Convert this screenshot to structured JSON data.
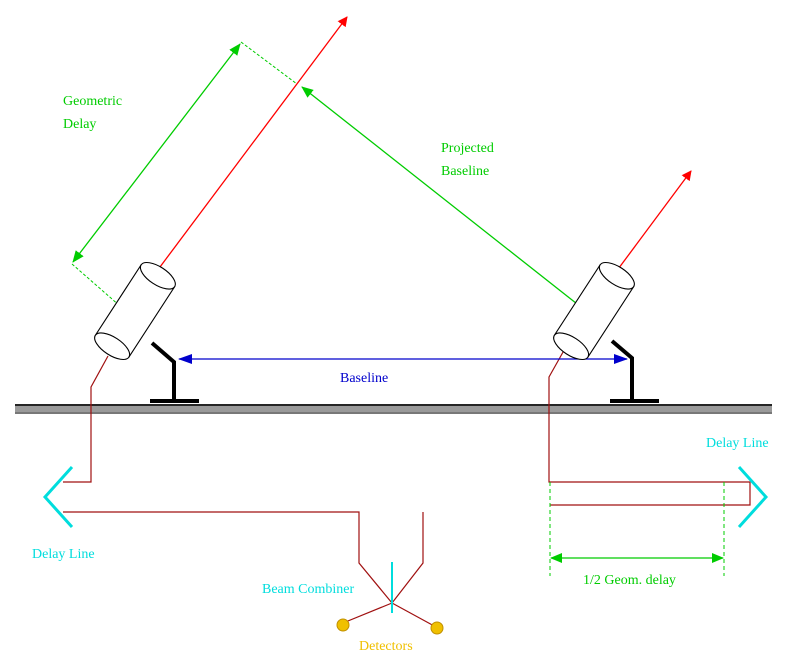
{
  "labels": {
    "geometric_delay_1": "Geometric",
    "geometric_delay_2": "Delay",
    "projected_baseline_1": "Projected",
    "projected_baseline_2": "Baseline",
    "baseline": "Baseline",
    "delay_line_right": "Delay Line",
    "delay_line_left": "Delay Line",
    "half_geom_delay": "1/2 Geom. delay",
    "beam_combiner": "Beam Combiner",
    "detectors": "Detectors"
  },
  "colors": {
    "starlight": "#ff0000",
    "light_path": "#a01010",
    "geometry": "#00cc00",
    "baseline": "#0000cc",
    "delay_line": "#00dddd",
    "detector": "#f0c000",
    "ground": "#999999",
    "mount": "#000000"
  }
}
